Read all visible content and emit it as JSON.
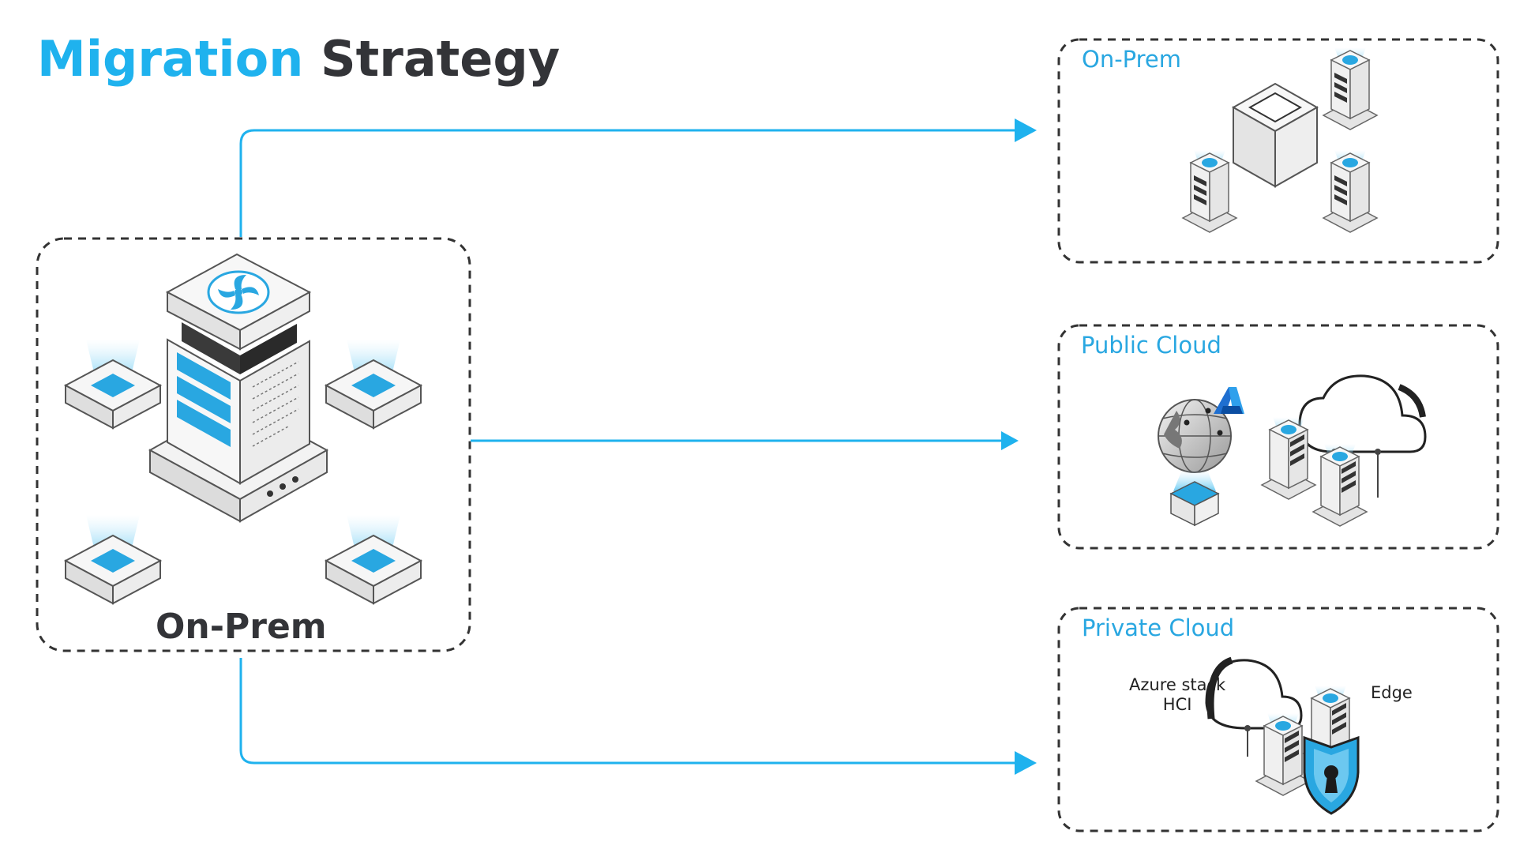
{
  "title": {
    "part1": "Migration",
    "part2": "Strategy"
  },
  "source": {
    "label": "On-Prem"
  },
  "targets": [
    {
      "label": "On-Prem"
    },
    {
      "label": "Public Cloud"
    },
    {
      "label": "Private Cloud",
      "sublabels": {
        "left_line1": "Azure stack",
        "left_line2": "HCI",
        "right": "Edge"
      }
    }
  ],
  "colors": {
    "accent": "#1fb2ee",
    "dark": "#333438",
    "box_label": "#29a7e1",
    "dash": "#333333"
  }
}
